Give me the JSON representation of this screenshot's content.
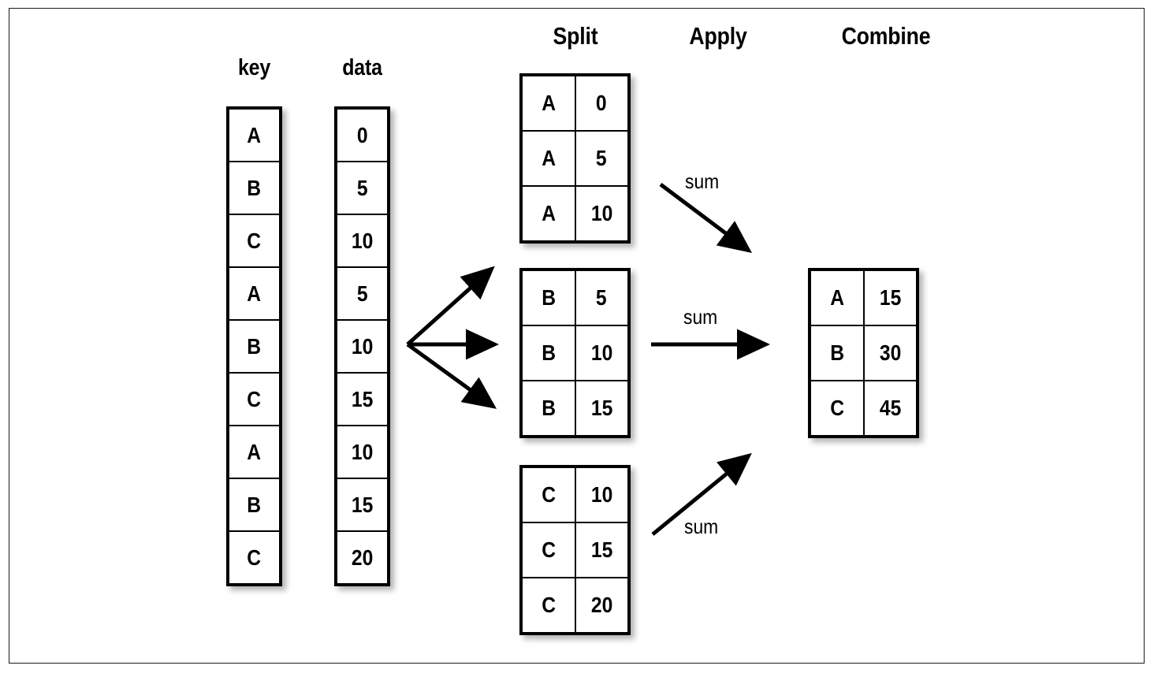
{
  "figure": {
    "title_headings": {
      "split": "Split",
      "apply": "Apply",
      "combine": "Combine"
    },
    "column_headers": {
      "key": "key",
      "data": "data"
    }
  },
  "input_table": {
    "key_column": [
      "A",
      "B",
      "C",
      "A",
      "B",
      "C",
      "A",
      "B",
      "C"
    ],
    "data_column": [
      "0",
      "5",
      "10",
      "5",
      "10",
      "15",
      "10",
      "15",
      "20"
    ]
  },
  "split_groups": [
    {
      "name": "group-a",
      "rows": [
        {
          "key": "A",
          "value": "0"
        },
        {
          "key": "A",
          "value": "5"
        },
        {
          "key": "A",
          "value": "10"
        }
      ]
    },
    {
      "name": "group-b",
      "rows": [
        {
          "key": "B",
          "value": "5"
        },
        {
          "key": "B",
          "value": "10"
        },
        {
          "key": "B",
          "value": "15"
        }
      ]
    },
    {
      "name": "group-c",
      "rows": [
        {
          "key": "C",
          "value": "10"
        },
        {
          "key": "C",
          "value": "15"
        },
        {
          "key": "C",
          "value": "20"
        }
      ]
    }
  ],
  "apply_arrows": [
    {
      "name": "apply-arrow-a",
      "label": "sum"
    },
    {
      "name": "apply-arrow-b",
      "label": "sum"
    },
    {
      "name": "apply-arrow-c",
      "label": "sum"
    }
  ],
  "combine_table": {
    "rows": [
      {
        "key": "A",
        "value": "15"
      },
      {
        "key": "B",
        "value": "30"
      },
      {
        "key": "C",
        "value": "45"
      }
    ]
  },
  "colors": {
    "ink": "#000000",
    "background": "#ffffff",
    "frame": "#1a1a1a",
    "shadow": "rgba(0,0,0,0.30)"
  }
}
